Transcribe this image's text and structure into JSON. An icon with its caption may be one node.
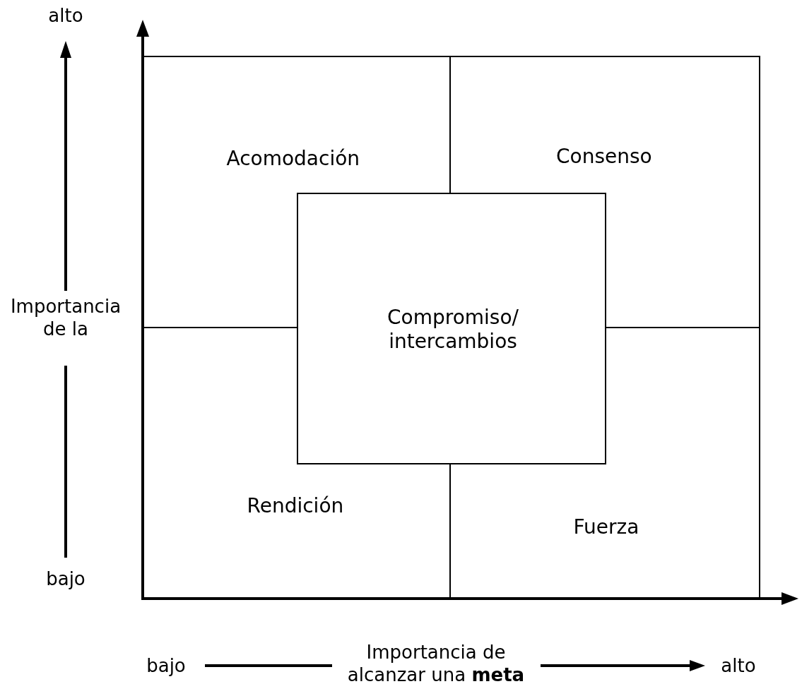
{
  "diagram": {
    "nodes": [
      {
        "text": [
          "Acomodación"
        ]
      },
      {
        "text": [
          "Consenso"
        ]
      },
      {
        "text": [
          "Compromiso/ intercambios"
        ]
      },
      {
        "text": [
          "Rendición"
        ]
      },
      {
        "text": [
          "Fuerza"
        ]
      }
    ],
    "labels": [
      "alto",
      "Importancia de la",
      "bajo",
      "bajo",
      "Importancia de alcanzar una **meta**",
      "alto"
    ]
  }
}
